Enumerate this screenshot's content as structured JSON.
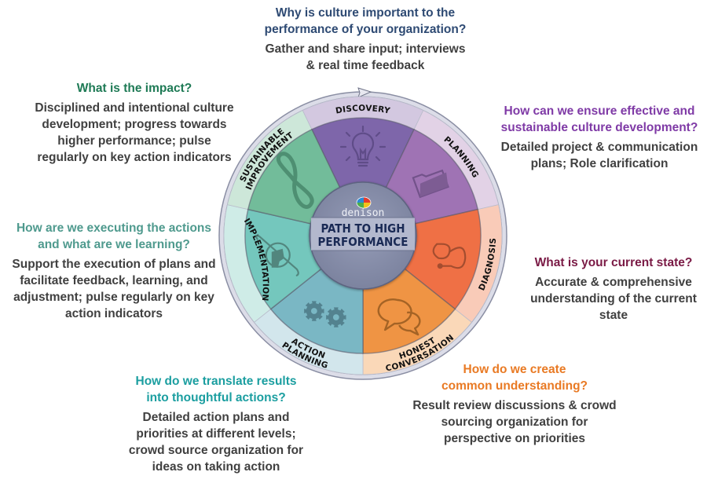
{
  "wheel": {
    "brand": "denison",
    "center_title_line1": "PATH TO HIGH",
    "center_title_line2": "PERFORMANCE",
    "center_color": "#8a91ad",
    "center_band_color": "#b5bbd0",
    "segments": [
      {
        "name": "discovery",
        "label_lines": [
          "DISCOVERY"
        ],
        "icon": "lightbulb-icon",
        "color": "#7e66aa",
        "band_color": "#d3c8e0"
      },
      {
        "name": "planning",
        "label_lines": [
          "PLANNING"
        ],
        "icon": "folder-icon",
        "color": "#9f73b4",
        "band_color": "#e2d2e6"
      },
      {
        "name": "diagnosis",
        "label_lines": [
          "DIAGNOSIS"
        ],
        "icon": "stethoscope-icon",
        "color": "#ef7045",
        "band_color": "#f9cbb8"
      },
      {
        "name": "honest-conversation",
        "label_lines": [
          "HONEST",
          "CONVERSATION"
        ],
        "icon": "speech-bubbles-icon",
        "color": "#ef9444",
        "band_color": "#fad8b8"
      },
      {
        "name": "action-planning",
        "label_lines": [
          "ACTION",
          "PLANNING"
        ],
        "icon": "gears-icon",
        "color": "#7ab7c4",
        "band_color": "#d2e6ec"
      },
      {
        "name": "implementation",
        "label_lines": [
          "IMPLEMENTATION"
        ],
        "icon": "fist-crowbar-icon",
        "color": "#74c7bd",
        "band_color": "#cfece7"
      },
      {
        "name": "sustainable-improvement",
        "label_lines": [
          "SUSTAINABLE",
          "IMPROVEMENT"
        ],
        "icon": "infinity-icon",
        "color": "#72bc9a",
        "band_color": "#cde7d9"
      }
    ]
  },
  "callouts": {
    "discovery": {
      "question": "Why is culture important to the performance of your organization?",
      "answer": "Gather and share input; interviews & real time feedback",
      "color": "#2e4a73"
    },
    "planning": {
      "question": "How can we ensure effective and sustainable culture development?",
      "answer": "Detailed project & communication plans; Role clarification",
      "color": "#7f3aa6"
    },
    "diagnosis": {
      "question": "What is your current state?",
      "answer": "Accurate & comprehensive understanding of the current state",
      "color": "#7a1a45"
    },
    "honest_conversation": {
      "question": "How do we create common understanding?",
      "answer": "Result review discussions & crowd sourcing organization for perspective on priorities",
      "color": "#e97a24"
    },
    "action_planning": {
      "question": "How do we translate results into thoughtful actions?",
      "answer": "Detailed action plans and priorities at different levels; crowd source organization for ideas on taking action",
      "color": "#1b9ea0"
    },
    "implementation": {
      "question": "How are we executing the actions and what are we learning?",
      "answer": "Support the execution of plans and facilitate feedback, learning, and adjustment; pulse regularly on key action indicators",
      "color": "#4f9a8e"
    },
    "sustainable_improvement": {
      "question": "What is the impact?",
      "answer": "Disciplined and intentional culture development; progress towards higher performance; pulse regularly on key action indicators",
      "color": "#1e7a55"
    }
  }
}
